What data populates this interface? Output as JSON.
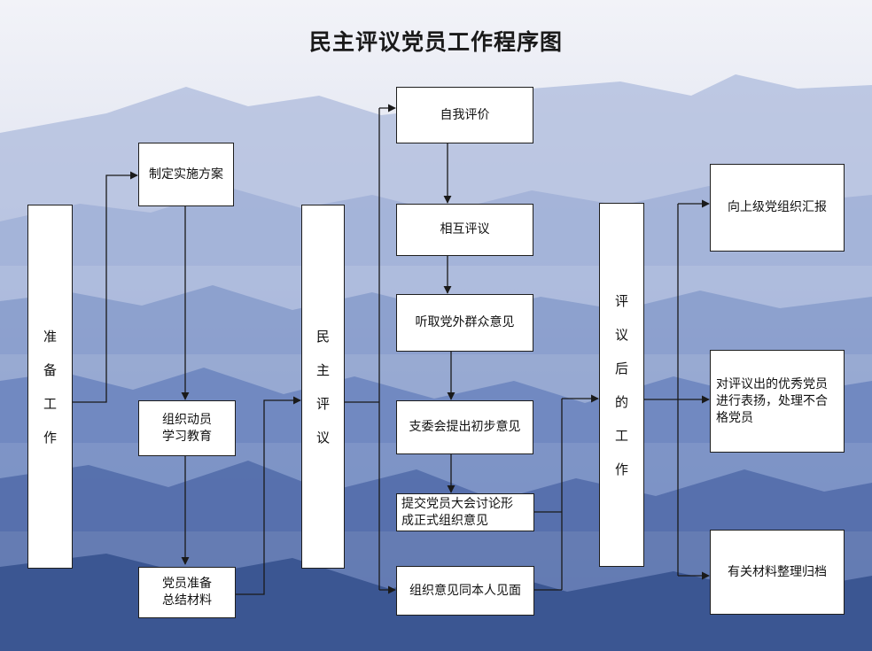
{
  "title": "民主评议党员工作程序图",
  "nodes": {
    "prep": [
      "准",
      "备",
      "工",
      "作"
    ],
    "plan": "制定实施方案",
    "mobilize": "组织动员\n学习教育",
    "summary": "党员准备\n总结材料",
    "review": [
      "民",
      "主",
      "评",
      "议"
    ],
    "self_eval": "自我评价",
    "mutual": "相互评议",
    "opinions": "听取党外群众意见",
    "committee": "支委会提出初步意见",
    "submit": "提交党员大会讨论形\n成正式组织意见",
    "meet": "组织意见同本人见面",
    "after": [
      "评",
      "议",
      "后",
      "的",
      "工",
      "作"
    ],
    "report": "向上级党组织汇报",
    "commend": "对评议出的优秀党员\n进行表扬，处理不合\n格党员",
    "archive": "有关材料整理归档"
  },
  "colors": {
    "sky_top": "#eceff6",
    "sky_mid": "#c9d3ea",
    "mountain_dark": "#3f5a93",
    "box_border": "#1e1e1e"
  }
}
